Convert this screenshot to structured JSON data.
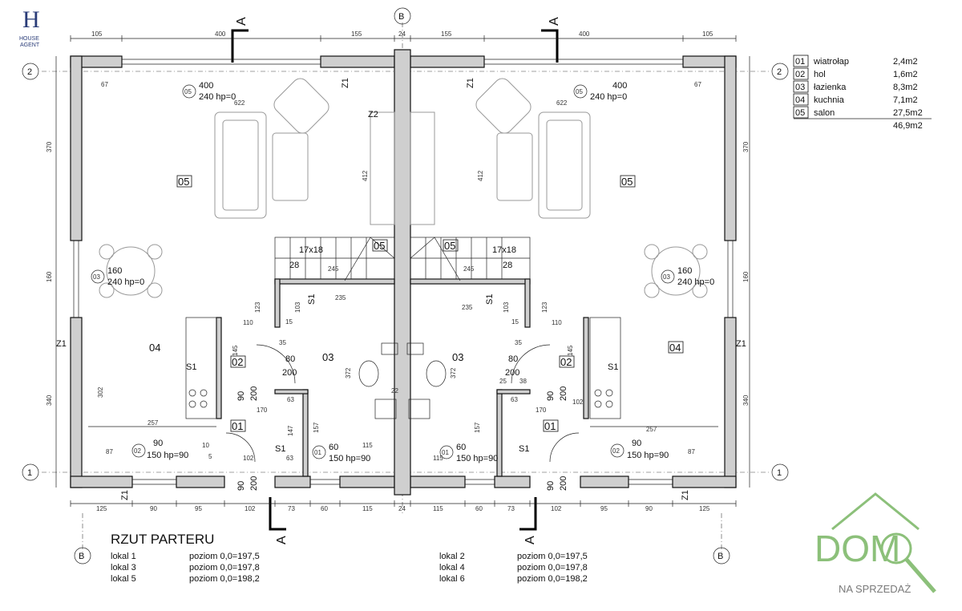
{
  "logo_top": {
    "mark": "H",
    "line1": "HOUSE",
    "line2": "AGENT"
  },
  "logo_bottom": {
    "big": "DOM",
    "sub": "NA SPRZEDAŻ",
    "color": "#8cc07a",
    "gray": "#7a7a7a"
  },
  "title": "RZUT PARTERU",
  "axis": {
    "two": "2",
    "one": "1",
    "b": "B"
  },
  "section_mark": "A",
  "levels": [
    {
      "unit": "lokal 1",
      "level": "poziom 0,0=197,5"
    },
    {
      "unit": "lokal 3",
      "level": "poziom 0,0=197,8"
    },
    {
      "unit": "lokal 5",
      "level": "poziom 0,0=198,2"
    },
    {
      "unit": "lokal 2",
      "level": "poziom 0,0=197,5"
    },
    {
      "unit": "lokal 4",
      "level": "poziom 0,0=197,8"
    },
    {
      "unit": "lokal 6",
      "level": "poziom 0,0=198,2"
    }
  ],
  "legend": {
    "rooms": [
      {
        "no": "01",
        "name": "wiatrołap",
        "area": "2,4m2"
      },
      {
        "no": "02",
        "name": "hol",
        "area": "1,6m2"
      },
      {
        "no": "03",
        "name": "łazienka",
        "area": "8,3m2"
      },
      {
        "no": "04",
        "name": "kuchnia",
        "area": "7,1m2"
      },
      {
        "no": "05",
        "name": "salon",
        "area": "27,5m2"
      }
    ],
    "total": "46,9m2"
  },
  "top_dims": [
    "105",
    "400",
    "155",
    "24",
    "155",
    "400",
    "105"
  ],
  "bottom_dims": [
    "125",
    "90",
    "95",
    "102",
    "73",
    "60",
    "115",
    "24",
    "115",
    "60",
    "73",
    "102",
    "95",
    "90",
    "125"
  ],
  "side_dims": [
    "370",
    "160",
    "340"
  ],
  "labels": {
    "room01": "01",
    "room02": "02",
    "room03": "03",
    "room04": "04",
    "room05": "05",
    "stair": "17x18",
    "step": "28",
    "z1": "Z1",
    "z2": "Z2",
    "s1": "S1",
    "w400": "400",
    "w240": "240 hp=0",
    "w160": "160",
    "w240b": "240 hp=0",
    "w90": "90",
    "w150": "150 hp=90",
    "w60": "60",
    "w150b": "150 hp=90",
    "d80": "80",
    "d200": "200",
    "d90": "90",
    "d200b": "200"
  },
  "inner_dims": {
    "d622": "622",
    "d67": "67",
    "d412": "412",
    "d245": "245",
    "d235": "235",
    "d123": "123",
    "d103": "103",
    "d110": "110",
    "d35": "35",
    "d15": "15",
    "d145": "145",
    "d372": "372",
    "d302": "302",
    "d257": "257",
    "d170": "170",
    "d157": "157",
    "d147": "147",
    "d63": "63",
    "d102": "102",
    "d87": "87",
    "d10": "10",
    "d5": "5",
    "d25": "25",
    "d38": "38",
    "d115": "115",
    "d22": "22"
  }
}
